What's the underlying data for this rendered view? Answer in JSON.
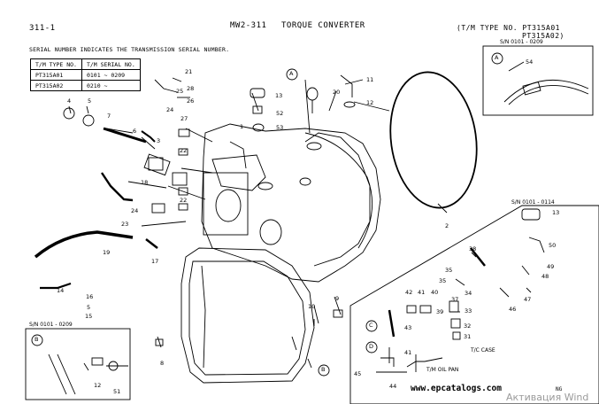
{
  "header": {
    "page_ref": "311-1",
    "section_code": "MW2-311",
    "section_title": "TORQUE CONVERTER",
    "tm_type_line1": "(T/M TYPE NO. PT315A01",
    "tm_type_line2": "PT315A02)"
  },
  "serial_note": "SERIAL NUMBER INDICATES THE TRANSMISSION SERIAL NUMBER.",
  "serial_table": {
    "headers": [
      "T/M TYPE NO.",
      "T/M SERIAL NO."
    ],
    "rows": [
      [
        "PT315A01",
        "0101 ~ 0209"
      ],
      [
        "PT315A02",
        "0210 ~"
      ]
    ]
  },
  "insets": {
    "a": {
      "range": "S/N 0101 - 0209",
      "circle": "A",
      "part": "54"
    },
    "b": {
      "range": "S/N 0101 - 0209",
      "circle": "B",
      "parts": [
        "12",
        "51"
      ]
    },
    "c": {
      "range": "S/N 0101 - 0114",
      "circle_c": "C",
      "circle_d": "D",
      "tc_case": "T/C CASE",
      "oil_pan": "T/M OIL PAN",
      "suffix": "NG"
    }
  },
  "part_numbers": {
    "p1": "1",
    "p2": "2",
    "p3": "3",
    "p4": "4",
    "p5": "5",
    "p6": "6",
    "p7": "7",
    "p8": "8",
    "p9": "9",
    "p10": "10",
    "p11": "11",
    "p12a": "12",
    "p13": "13",
    "p14": "14",
    "p15": "15",
    "p16": "16",
    "p17": "17",
    "p18": "18",
    "p19": "19",
    "p20": "20",
    "p21": "21",
    "p22a": "22",
    "p22b": "22",
    "p23": "23",
    "p24": "24",
    "p25": "25",
    "p26": "26",
    "p27": "27",
    "p28": "28",
    "p52": "52",
    "p53": "53",
    "p5b": "5",
    "pA": "A",
    "pB": "B",
    "c13": "13",
    "c50": "50",
    "c38": "38",
    "c49": "49",
    "c35": "35",
    "c36": "35",
    "c48": "48",
    "c42": "42",
    "c41": "41",
    "c40": "40",
    "c34": "34",
    "c47": "47",
    "c33": "33",
    "c39": "39",
    "c37": "37",
    "c32": "32",
    "c31": "31",
    "c43": "43",
    "c41b": "41",
    "c45": "45",
    "c44": "44",
    "c46": "46"
  },
  "watermark": {
    "url": "www.epcatalogs.com",
    "activation": "Активация Wind"
  }
}
